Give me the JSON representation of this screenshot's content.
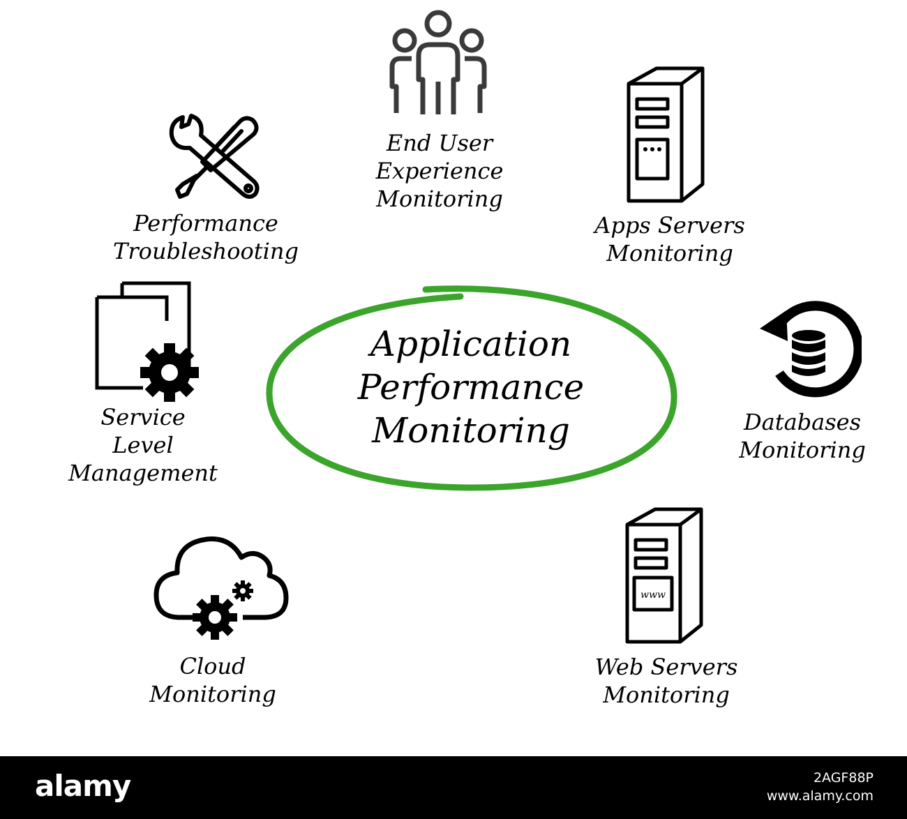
{
  "center": {
    "lines": [
      "Application",
      "Performance",
      "Monitoring"
    ],
    "ring_color": "#3aa52a"
  },
  "nodes": {
    "end_user": {
      "lines": [
        "End User",
        "Experience",
        "Monitoring"
      ],
      "icon": "users-icon"
    },
    "apps_servers": {
      "lines": [
        "Apps Servers",
        "Monitoring"
      ],
      "icon": "server-icon"
    },
    "databases": {
      "lines": [
        "Databases",
        "Monitoring"
      ],
      "icon": "database-refresh-icon"
    },
    "web_servers": {
      "lines": [
        "Web Servers",
        "Monitoring"
      ],
      "icon": "web-server-icon",
      "screen_text": "www"
    },
    "cloud": {
      "lines": [
        "Cloud",
        "Monitoring"
      ],
      "icon": "cloud-gears-icon"
    },
    "service_level": {
      "lines": [
        "Service",
        "Level",
        "Management"
      ],
      "icon": "documents-gear-icon"
    },
    "troubleshooting": {
      "lines": [
        "Performance",
        "Troubleshooting"
      ],
      "icon": "wrench-screwdriver-icon"
    }
  },
  "footer": {
    "brand": "alamy",
    "image_id": "2AGF88P",
    "site": "www.alamy.com"
  }
}
